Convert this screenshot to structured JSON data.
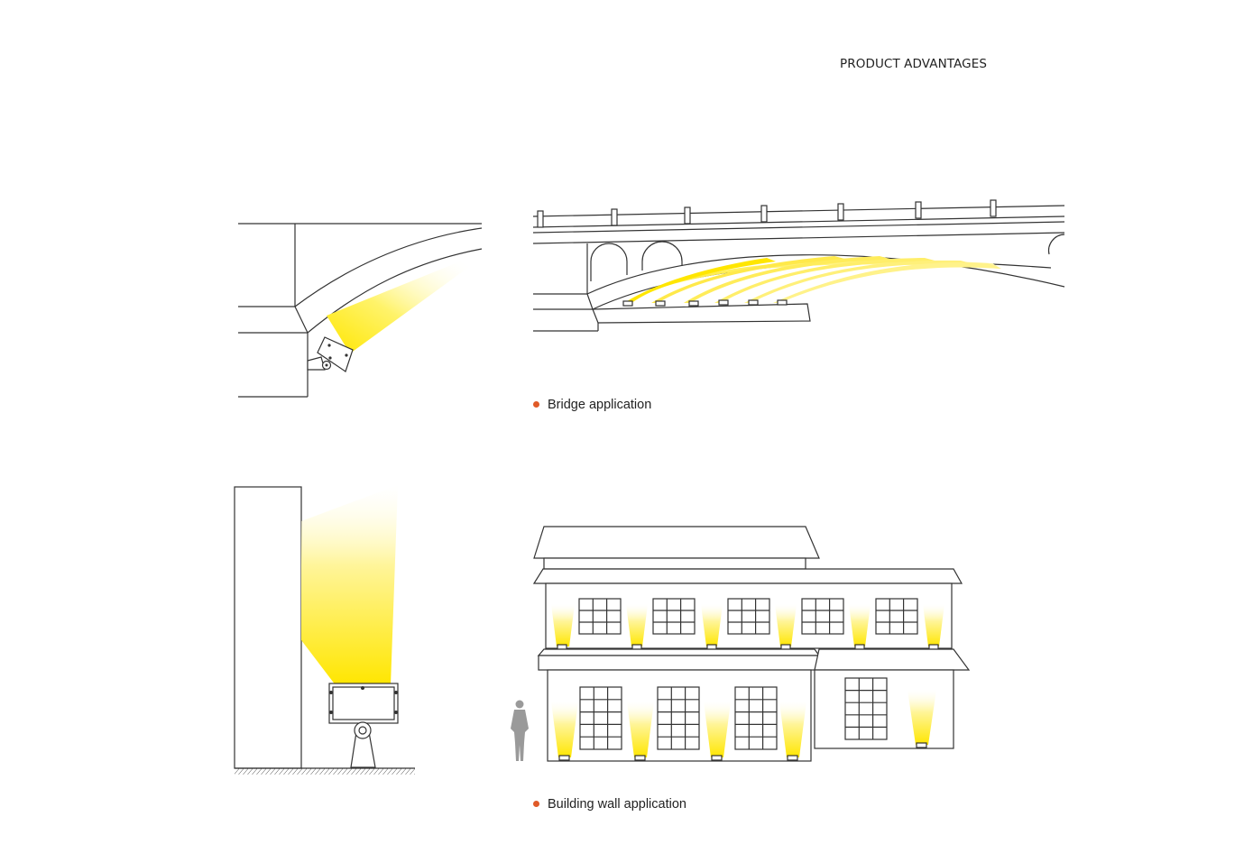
{
  "header": {
    "title": "PRODUCT ADVANTAGES"
  },
  "captions": {
    "bridge": "Bridge application",
    "wall": "Building wall application"
  },
  "colors": {
    "beam": "#ffe600",
    "bullet": "#e05a28",
    "line": "#333333"
  }
}
